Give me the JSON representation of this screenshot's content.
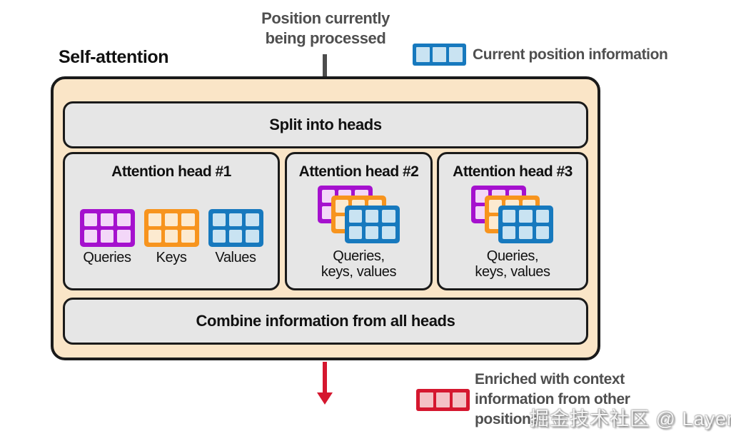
{
  "title": "Self-attention",
  "top_annotation": {
    "line1": "Position currently",
    "line2": "being processed"
  },
  "legend_top": {
    "label": "Current position information"
  },
  "legend_bottom": {
    "line1": "Enriched with context",
    "line2": "information from other",
    "line3": "positions"
  },
  "diagram": {
    "split_box_label": "Split into heads",
    "combine_box_label": "Combine information from all heads",
    "heads": [
      {
        "title": "Attention head #1",
        "grid_labels": [
          "Queries",
          "Keys",
          "Values"
        ]
      },
      {
        "title": "Attention head #2",
        "label_line1": "Queries,",
        "label_line2": "keys, values"
      },
      {
        "title": "Attention head #3",
        "label_line1": "Queries,",
        "label_line2": "keys, values"
      }
    ]
  },
  "watermark": "掘金技术社区 @ Layer",
  "colors": {
    "canvas_bg": "#FFFFFF",
    "panel_bg": "#FAE5C7",
    "box_bg": "#E6E6E6",
    "border_dark": "#1A1A1A",
    "queries_purple": "#A511CE",
    "queries_purple_fill": "#F3D7F8",
    "keys_orange": "#F7941E",
    "keys_orange_fill": "#FCEAD0",
    "values_blue": "#1779BE",
    "values_blue_fill": "#C9E3F2",
    "enriched_red": "#D5172F",
    "enriched_red_fill": "#F4C2C6",
    "annotation_gray": "#4F4F4F",
    "arrow_gray": "#4D4D4D"
  }
}
